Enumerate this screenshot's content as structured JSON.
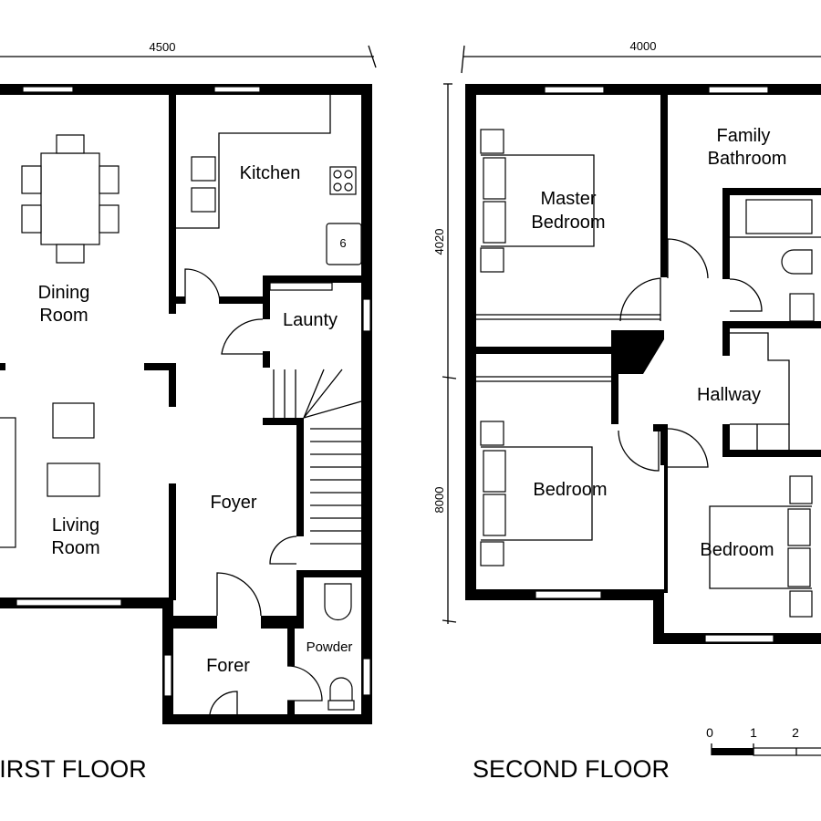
{
  "first_floor": {
    "title": "IRST FLOOR",
    "width_dimension": "4500",
    "rooms": {
      "dining": [
        "Dining",
        "Room"
      ],
      "kitchen": "Kitchen",
      "laundry": "Launty",
      "living": [
        "Living",
        "Room"
      ],
      "foyer": "Foyer",
      "forer": "Forer",
      "powder": "Powder"
    },
    "appliance_label": "6"
  },
  "second_floor": {
    "title": "SECOND FLOOR",
    "width_dimension": "4000",
    "height_dimension_upper": "4020",
    "height_dimension_lower": "8000",
    "rooms": {
      "master": [
        "Master",
        "Bedroom"
      ],
      "bathroom": [
        "Family",
        "Bathroom"
      ],
      "hallway": "Hallway",
      "bedroom_left": "Bedroom",
      "bedroom_right": "Bedroom"
    }
  },
  "scale_bar": {
    "ticks": [
      "0",
      "1",
      "2"
    ]
  }
}
